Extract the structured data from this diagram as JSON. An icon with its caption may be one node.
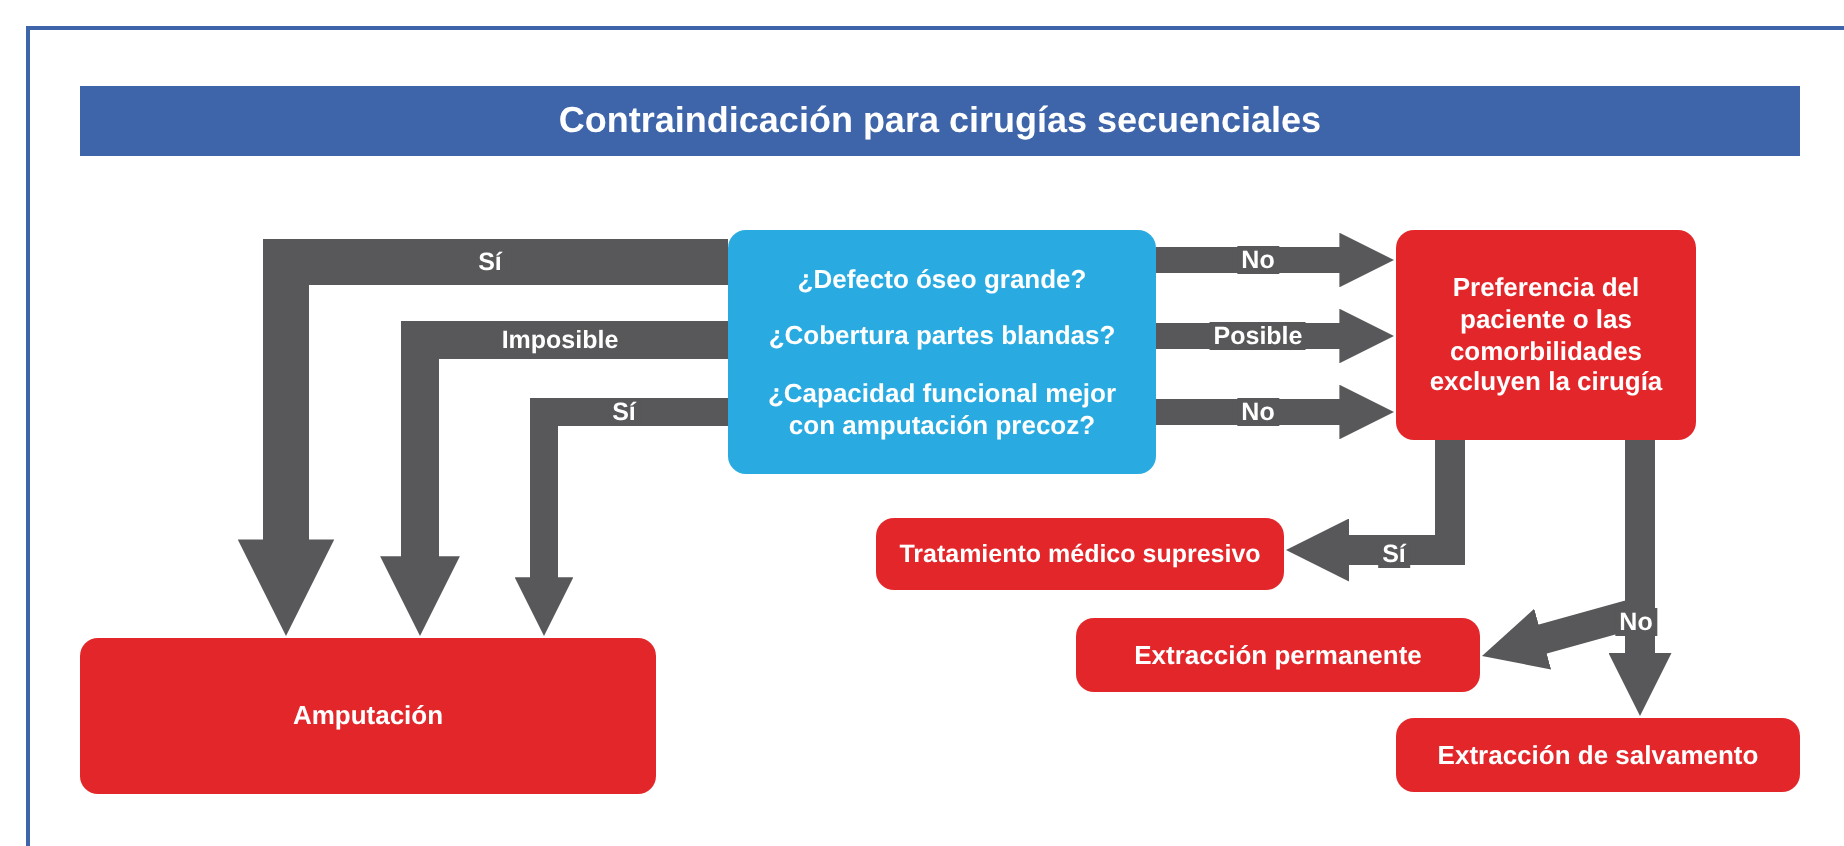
{
  "diagram": {
    "title": "Contraindicación para cirugías secuenciales",
    "nodes": [
      {
        "text": [
          "¿Defecto óseo grande?",
          "¿Cobertura partes blandas?",
          "¿Capacidad funcional mejor con amputación precoz?"
        ]
      },
      {
        "text": [
          "Preferencia del paciente o las comorbilidades excluyen la cirugía"
        ]
      },
      {
        "text": [
          "Tratamiento médico supresivo"
        ]
      },
      {
        "text": [
          "Amputación"
        ]
      },
      {
        "text": [
          "Extracción permanente"
        ]
      },
      {
        "text": [
          "Extracción de salvamento"
        ]
      }
    ],
    "edges": [
      {
        "from": 0,
        "to": 3,
        "arrow": "to",
        "label": "Sí"
      },
      {
        "from": 0,
        "to": 3,
        "arrow": "to",
        "label": "Imposible"
      },
      {
        "from": 0,
        "to": 3,
        "arrow": "to",
        "label": "Sí"
      },
      {
        "from": 0,
        "to": 1,
        "arrow": "to",
        "label": "No"
      },
      {
        "from": 0,
        "to": 1,
        "arrow": "to",
        "label": "Posible"
      },
      {
        "from": 0,
        "to": 1,
        "arrow": "to",
        "label": "No"
      },
      {
        "from": 1,
        "to": 2,
        "arrow": "to",
        "label": "Sí"
      },
      {
        "from": 1,
        "to": 5,
        "arrow": "to",
        "label": "No"
      },
      {
        "from": 1,
        "to": 4,
        "arrow": "to"
      }
    ]
  }
}
